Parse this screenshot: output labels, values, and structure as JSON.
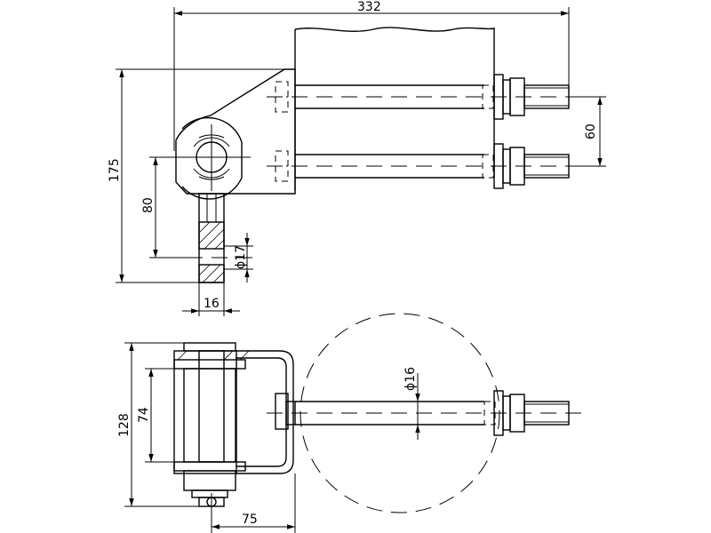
{
  "dimensions": {
    "overall_length": "332",
    "total_height": "175",
    "pivot_height": "80",
    "bolt_spacing": "60",
    "hole_diameter": "ϕ17",
    "shaft_width": "16",
    "rod_diameter": "ϕ16",
    "outer_width": "128",
    "inner_width": "74",
    "offset": "75"
  }
}
